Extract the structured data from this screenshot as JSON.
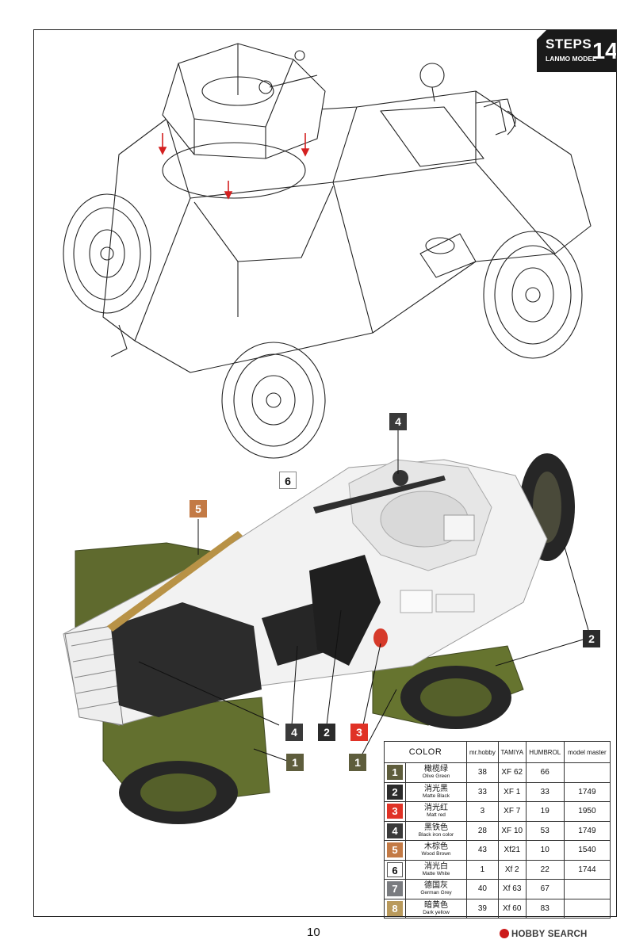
{
  "header": {
    "steps_word": "STEPS",
    "brand": "LANMO MODEL",
    "step_number": "14"
  },
  "callouts": {
    "top_four": "4",
    "six": "6",
    "five": "5",
    "right_two": "2",
    "bottom_four": "4",
    "bottom_two": "2",
    "bottom_three": "3",
    "right_one": "1",
    "left_one": "1"
  },
  "colors": {
    "olive_green": "#5e5d3c",
    "matte_black": "#2b2b2b",
    "matt_red": "#e03226",
    "black_iron": "#3a3a3a",
    "wood_brown": "#c37a45",
    "matte_white": "#ffffff",
    "german_grey": "#7a7c80",
    "dark_yellow": "#b99a5c"
  },
  "color_table": {
    "headers": [
      "COLOR",
      "mr.hobby",
      "TAMIYA",
      "HUMBROL",
      "model master"
    ],
    "rows": [
      {
        "num": "1",
        "cn": "橄榄绿",
        "en": "Olive Green",
        "mrhobby": "38",
        "tamiya": "XF 62",
        "humbrol": "66",
        "master": ""
      },
      {
        "num": "2",
        "cn": "消光黑",
        "en": "Matte Black",
        "mrhobby": "33",
        "tamiya": "XF 1",
        "humbrol": "33",
        "master": "1749"
      },
      {
        "num": "3",
        "cn": "消光红",
        "en": "Matt red",
        "mrhobby": "3",
        "tamiya": "XF 7",
        "humbrol": "19",
        "master": "1950"
      },
      {
        "num": "4",
        "cn": "黑铁色",
        "en": "Black iron color",
        "mrhobby": "28",
        "tamiya": "XF 10",
        "humbrol": "53",
        "master": "1749"
      },
      {
        "num": "5",
        "cn": "木棕色",
        "en": "Wood Brown",
        "mrhobby": "43",
        "tamiya": "Xf21",
        "humbrol": "10",
        "master": "1540"
      },
      {
        "num": "6",
        "cn": "消光白",
        "en": "Matte White",
        "mrhobby": "1",
        "tamiya": "Xf 2",
        "humbrol": "22",
        "master": "1744"
      },
      {
        "num": "7",
        "cn": "德国灰",
        "en": "German Grey",
        "mrhobby": "40",
        "tamiya": "Xf 63",
        "humbrol": "67",
        "master": ""
      },
      {
        "num": "8",
        "cn": "暗黄色",
        "en": "Dark yellow",
        "mrhobby": "39",
        "tamiya": "Xf 60",
        "humbrol": "83",
        "master": ""
      }
    ]
  },
  "footer": {
    "page_number": "10",
    "watermark": "HOBBY SEARCH"
  }
}
